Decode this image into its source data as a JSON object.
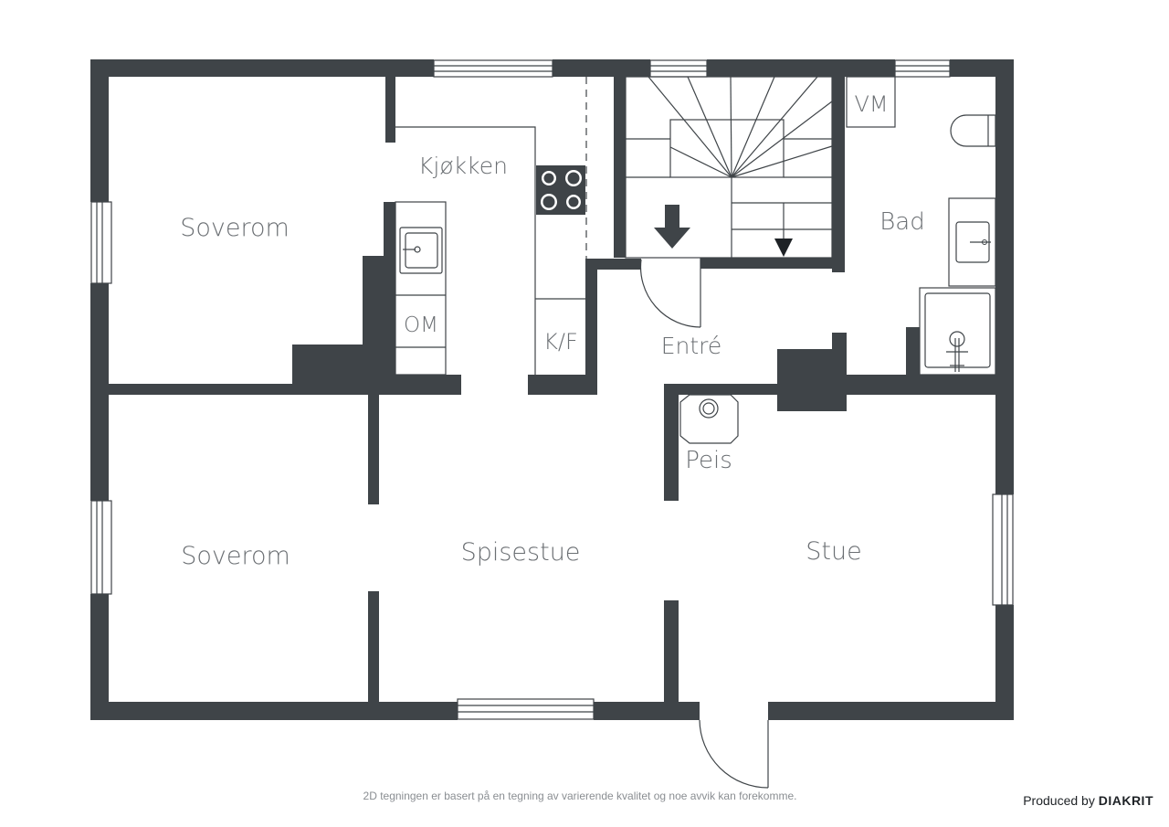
{
  "plan": {
    "rooms": {
      "soverom_top": "Soverom",
      "kjokken": "Kjøkken",
      "bad": "Bad",
      "vm": "VM",
      "om": "OM",
      "kf": "K/F",
      "entre": "Entré",
      "peis": "Peis",
      "soverom_bottom": "Soverom",
      "spisestue": "Spisestue",
      "stue": "Stue"
    },
    "colors": {
      "wall": "#3f4448",
      "label": "#6b6f73"
    }
  },
  "footer": {
    "disclaimer": "2D tegningen er basert på en tegning av varierende kvalitet og noe avvik kan forekomme.",
    "produced_by": "Produced by",
    "brand": "DIAKRIT"
  }
}
